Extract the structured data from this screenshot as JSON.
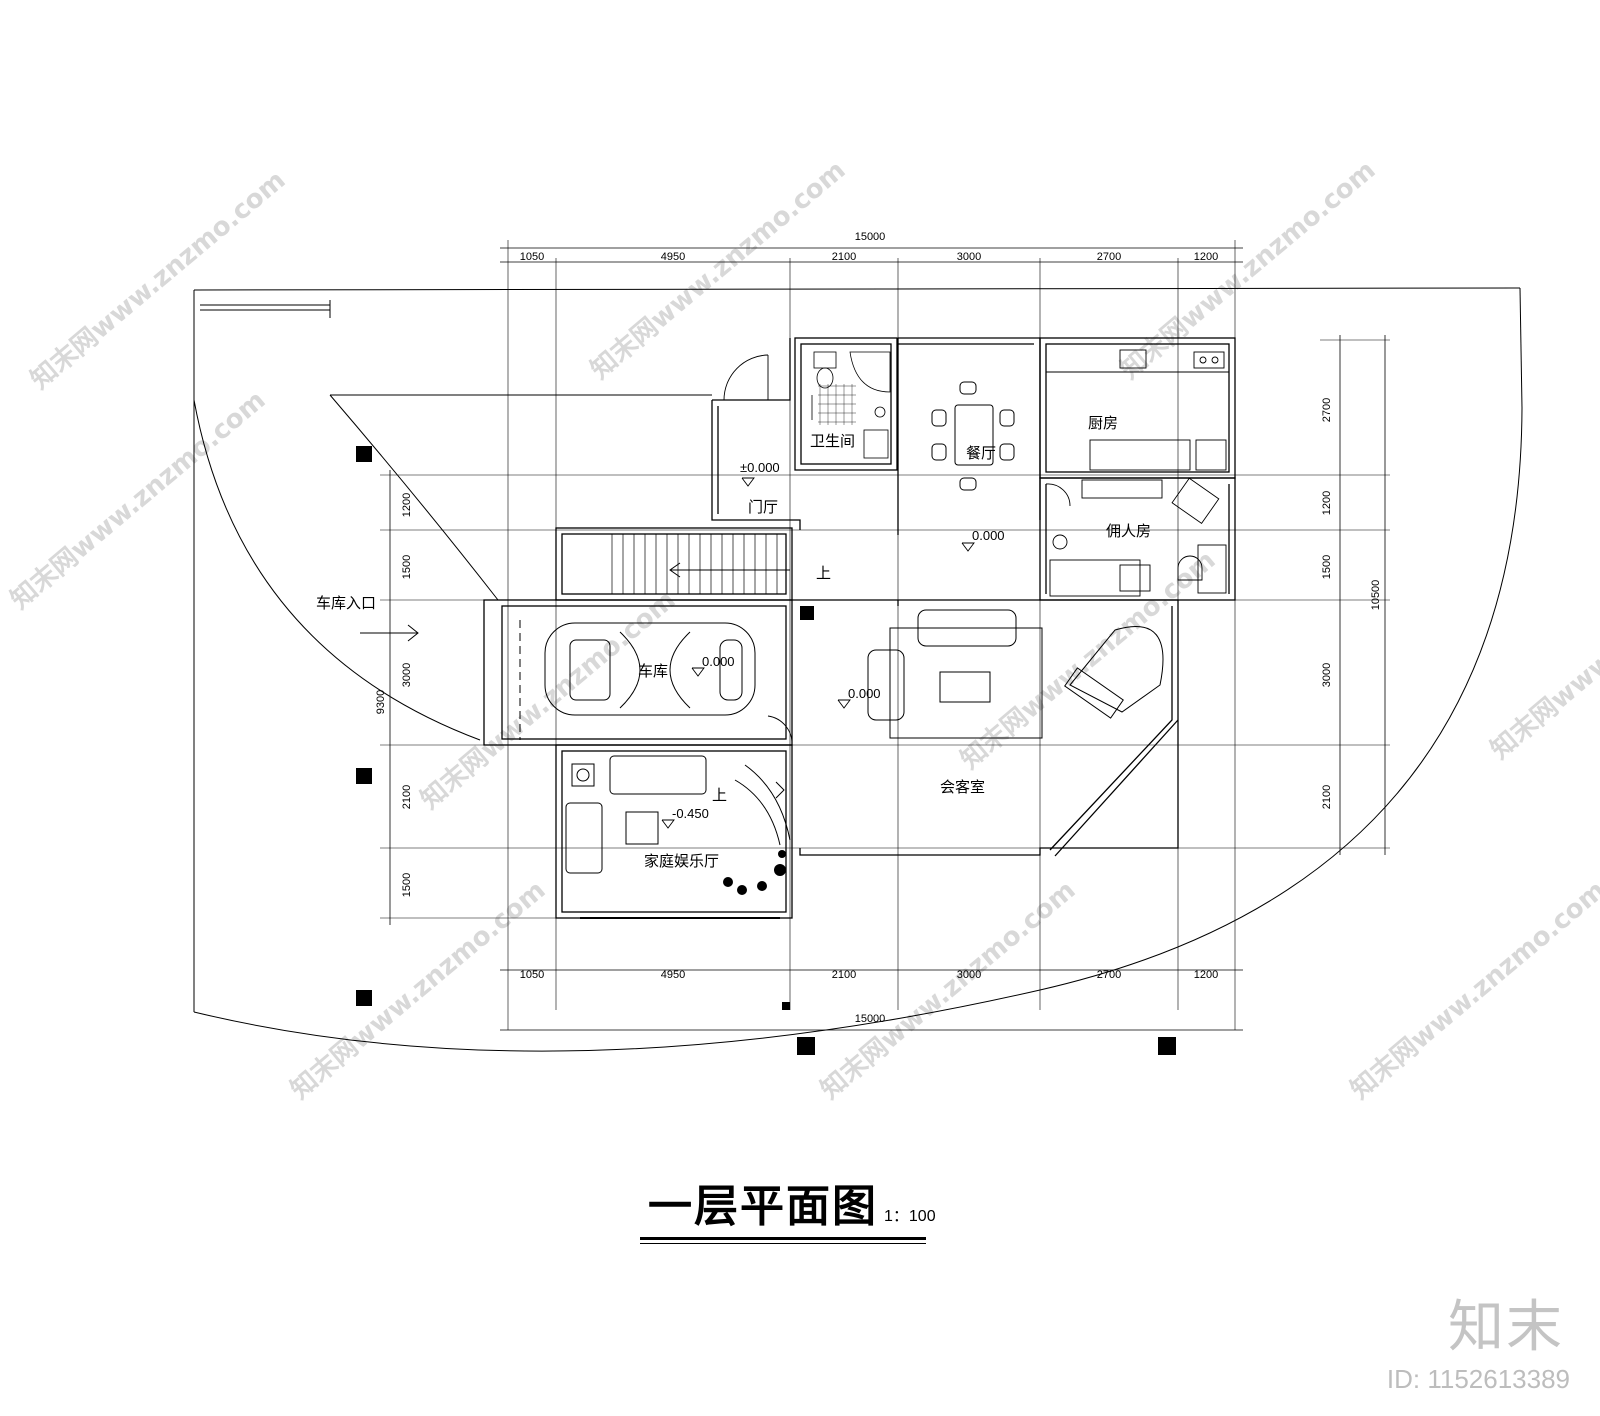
{
  "drawing": {
    "title": "一层平面图",
    "scale": "1：100"
  },
  "dimensions": {
    "top_total": "15000",
    "top_segments": [
      "1050",
      "4950",
      "2100",
      "3000",
      "2700",
      "1200"
    ],
    "bottom_total": "15000",
    "bottom_segments": [
      "1050",
      "4950",
      "2100",
      "3000",
      "2700",
      "1200"
    ],
    "left_total": "9300",
    "left_segments": [
      "1200",
      "1500",
      "3000",
      "2100",
      "1500"
    ],
    "right_total": "10500",
    "right_segments": [
      "2700",
      "1200",
      "1500",
      "3000",
      "2100"
    ]
  },
  "rooms": {
    "bathroom": "卫生间",
    "dining": "餐厅",
    "kitchen": "厨房",
    "foyer": "门厅",
    "servant": "佣人房",
    "garage": "车库",
    "living": "会客室",
    "family": "家庭娱乐厅",
    "garage_entry": "车库入口",
    "stair_up_1": "上",
    "stair_up_2": "上"
  },
  "levels": {
    "foyer": "±0.000",
    "servant": "0.000",
    "garage": "0.000",
    "living": "0.000",
    "family": "-0.450"
  },
  "watermark": {
    "text": "知末网www.znzmo.com",
    "brand": "知末",
    "id": "ID: 1152613389"
  }
}
